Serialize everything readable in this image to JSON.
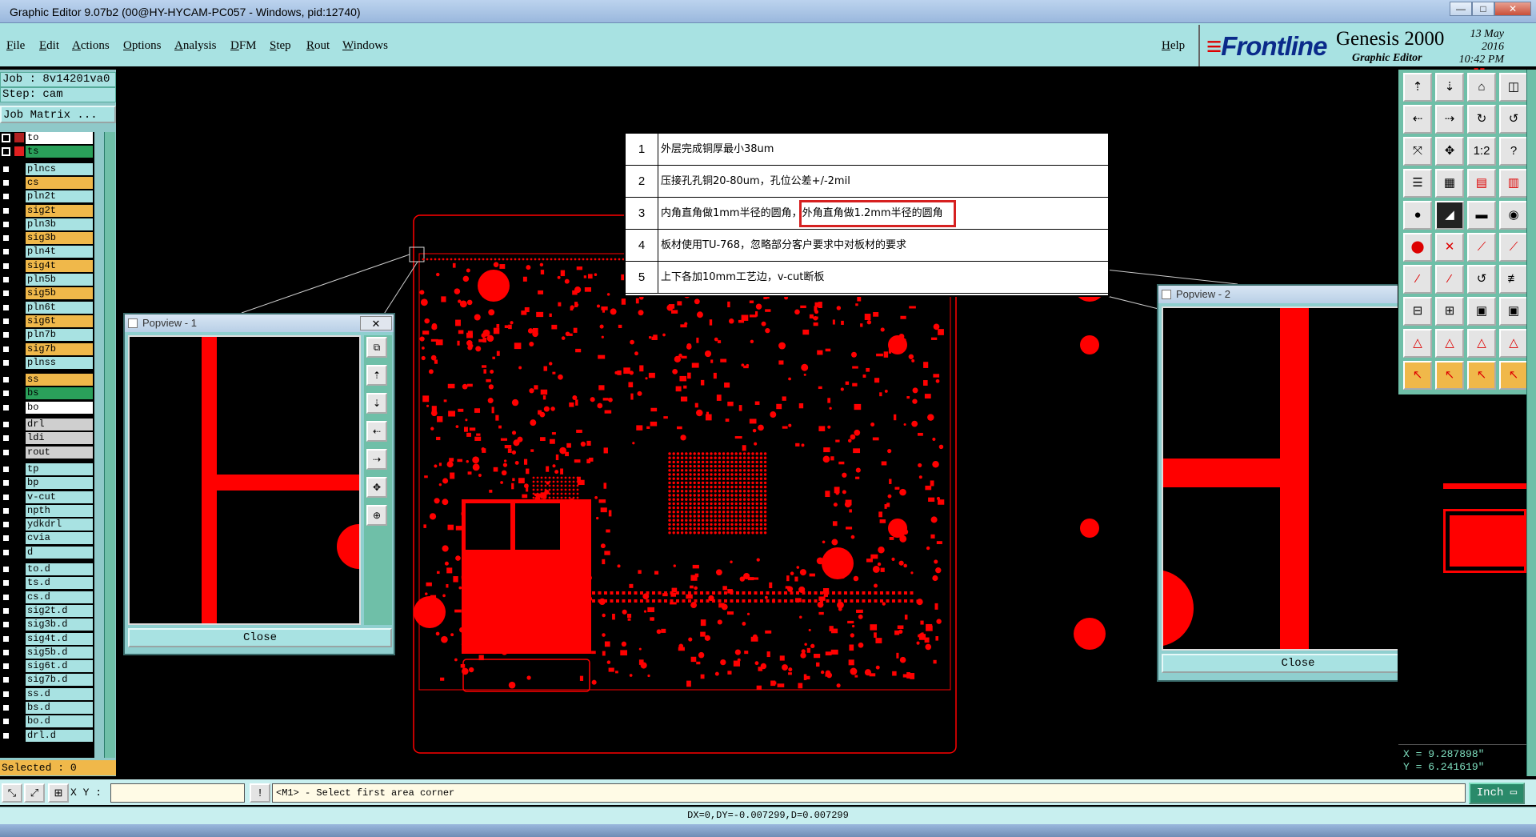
{
  "window": {
    "title": "Graphic Editor 9.07b2 (00@HY-HYCAM-PC057 - Windows, pid:12740)",
    "controls": [
      "—",
      "□",
      "✕"
    ]
  },
  "menu": {
    "items": [
      "File",
      "Edit",
      "Actions",
      "Options",
      "Analysis",
      "DFM",
      "Step",
      "Rout",
      "Windows"
    ],
    "help": "Help"
  },
  "brand": {
    "logo": "Frontline",
    "product": "Genesis 2000",
    "subtitle": "Graphic Editor",
    "date": "13 May 2016",
    "time": "10:42 PM"
  },
  "left_panel": {
    "job": "Job : 8v14201va0",
    "step": "Step: cam",
    "job_matrix": "Job Matrix ...",
    "selected": "Selected : 0",
    "layers": [
      {
        "name": "to",
        "color": "#ffffff",
        "swatch": "#b02020",
        "checked": true
      },
      {
        "name": "ts",
        "color": "#2aa05a",
        "swatch": "#e02020",
        "checked": true
      },
      {
        "name": "plncs",
        "color": "#a8e2e2"
      },
      {
        "name": "cs",
        "color": "#f0b84a"
      },
      {
        "name": "pln2t",
        "color": "#a8e2e2"
      },
      {
        "name": "sig2t",
        "color": "#f0b84a"
      },
      {
        "name": "pln3b",
        "color": "#a8e2e2"
      },
      {
        "name": "sig3b",
        "color": "#f0b84a"
      },
      {
        "name": "pln4t",
        "color": "#a8e2e2"
      },
      {
        "name": "sig4t",
        "color": "#f0b84a"
      },
      {
        "name": "pln5b",
        "color": "#a8e2e2"
      },
      {
        "name": "sig5b",
        "color": "#f0b84a"
      },
      {
        "name": "pln6t",
        "color": "#a8e2e2"
      },
      {
        "name": "sig6t",
        "color": "#f0b84a"
      },
      {
        "name": "pln7b",
        "color": "#a8e2e2"
      },
      {
        "name": "sig7b",
        "color": "#f0b84a"
      },
      {
        "name": "plnss",
        "color": "#a8e2e2"
      },
      {
        "name": "ss",
        "color": "#f0b84a"
      },
      {
        "name": "bs",
        "color": "#2aa05a"
      },
      {
        "name": "bo",
        "color": "#ffffff"
      },
      {
        "name": "drl",
        "color": "#cfcfcf"
      },
      {
        "name": "ldi",
        "color": "#cfcfcf"
      },
      {
        "name": "rout",
        "color": "#cfcfcf"
      },
      {
        "name": "tp",
        "color": "#a8e2e2"
      },
      {
        "name": "bp",
        "color": "#a8e2e2"
      },
      {
        "name": "v-cut",
        "color": "#a8e2e2"
      },
      {
        "name": "npth",
        "color": "#a8e2e2"
      },
      {
        "name": "ydkdrl",
        "color": "#a8e2e2"
      },
      {
        "name": "cvia",
        "color": "#a8e2e2"
      },
      {
        "name": "d",
        "color": "#a8e2e2"
      },
      {
        "name": "to.d",
        "color": "#a8e2e2"
      },
      {
        "name": "ts.d",
        "color": "#a8e2e2"
      },
      {
        "name": "cs.d",
        "color": "#a8e2e2"
      },
      {
        "name": "sig2t.d",
        "color": "#a8e2e2"
      },
      {
        "name": "sig3b.d",
        "color": "#a8e2e2"
      },
      {
        "name": "sig4t.d",
        "color": "#a8e2e2"
      },
      {
        "name": "sig5b.d",
        "color": "#a8e2e2"
      },
      {
        "name": "sig6t.d",
        "color": "#a8e2e2"
      },
      {
        "name": "sig7b.d",
        "color": "#a8e2e2"
      },
      {
        "name": "ss.d",
        "color": "#a8e2e2"
      },
      {
        "name": "bs.d",
        "color": "#a8e2e2"
      },
      {
        "name": "bo.d",
        "color": "#a8e2e2"
      },
      {
        "name": "drl.d",
        "color": "#a8e2e2"
      }
    ]
  },
  "notes": [
    {
      "num": "1",
      "text": "外层完成铜厚最小38um"
    },
    {
      "num": "2",
      "text": "压接孔孔铜20-80um，孔位公差+/-2mil"
    },
    {
      "num": "3",
      "text": "内角直角做1mm半径的圆角，外角直角做1.2mm半径的圆角"
    },
    {
      "num": "4",
      "text": "板材使用TU-768，忽略部分客户要求中对板材的要求"
    },
    {
      "num": "5",
      "text": "上下各加10mm工艺边，v-cut断板"
    }
  ],
  "popview1": {
    "title": "Popview - 1",
    "close": "Close",
    "close_x": "✕"
  },
  "popview2": {
    "title": "Popview - 2",
    "close": "Close",
    "close_x": "✕"
  },
  "coords": {
    "x": "X = 9.287898\"",
    "y": "Y = 6.241619\""
  },
  "command_bar": {
    "xy_label": "X Y :",
    "xy_value": "",
    "prompt": "<M1> - Select first area corner",
    "units": "Inch"
  },
  "status": {
    "delta": "DX=0,DY=-0.007299,D=0.007299"
  },
  "colors": {
    "accent": "#a8e2e2",
    "copper": "#ff0000",
    "highlight": "#d62020"
  }
}
